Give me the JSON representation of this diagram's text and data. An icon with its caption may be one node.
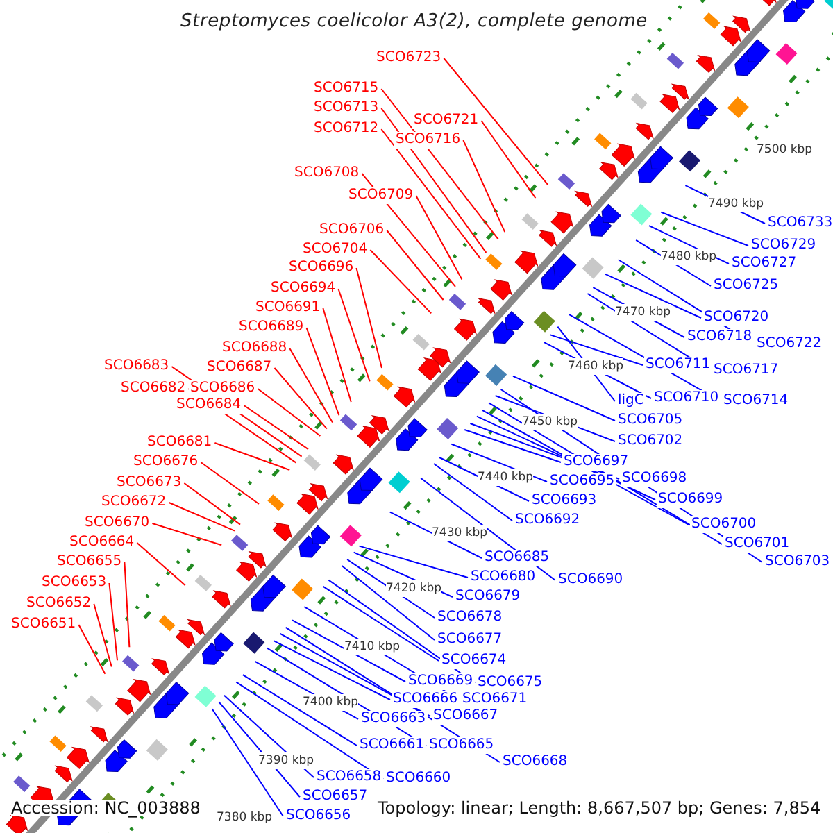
{
  "diagram": {
    "title": "Streptomyces coelicolor A3(2), complete genome",
    "nodes": [
      {
        "text": [
          "SCO6723"
        ]
      },
      {
        "text": [
          "SCO6715"
        ]
      },
      {
        "text": [
          "SCO6721"
        ]
      },
      {
        "text": [
          "SCO6713"
        ]
      },
      {
        "text": [
          "SCO6716"
        ]
      },
      {
        "text": [
          "SCO6712"
        ]
      },
      {
        "text": [
          "SCO6708"
        ]
      },
      {
        "text": [
          "SCO6709"
        ]
      },
      {
        "text": [
          "SCO6706"
        ]
      },
      {
        "text": [
          "SCO6704"
        ]
      },
      {
        "text": [
          "SCO6696"
        ]
      },
      {
        "text": [
          "SCO6694"
        ]
      },
      {
        "text": [
          "SCO6691"
        ]
      },
      {
        "text": [
          "SCO6689"
        ]
      },
      {
        "text": [
          "SCO6688"
        ]
      },
      {
        "text": [
          "SCO6683"
        ]
      },
      {
        "text": [
          "SCO6687"
        ]
      },
      {
        "text": [
          "SCO6682"
        ]
      },
      {
        "text": [
          "SCO6686"
        ]
      },
      {
        "text": [
          "SCO6684"
        ]
      },
      {
        "text": [
          "SCO6681"
        ]
      },
      {
        "text": [
          "SCO6676"
        ]
      },
      {
        "text": [
          "SCO6673"
        ]
      },
      {
        "text": [
          "SCO6672"
        ]
      },
      {
        "text": [
          "SCO6670"
        ]
      },
      {
        "text": [
          "SCO6664"
        ]
      },
      {
        "text": [
          "SCO6655"
        ]
      },
      {
        "text": [
          "SCO6653"
        ]
      },
      {
        "text": [
          "SCO6652"
        ]
      },
      {
        "text": [
          "SCO6651"
        ]
      },
      {
        "text": [
          "SCO6733"
        ]
      },
      {
        "text": [
          "SCO6729"
        ]
      },
      {
        "text": [
          "SCO6727"
        ]
      },
      {
        "text": [
          "SCO6725"
        ]
      },
      {
        "text": [
          "SCO6720"
        ]
      },
      {
        "text": [
          "SCO6718"
        ]
      },
      {
        "text": [
          "SCO6722"
        ]
      },
      {
        "text": [
          "SCO6711"
        ]
      },
      {
        "text": [
          "SCO6717"
        ]
      },
      {
        "text": [
          "ligC"
        ]
      },
      {
        "text": [
          "SCO6710"
        ]
      },
      {
        "text": [
          "SCO6714"
        ]
      },
      {
        "text": [
          "SCO6705"
        ]
      },
      {
        "text": [
          "SCO6702"
        ]
      },
      {
        "text": [
          "SCO6697"
        ]
      },
      {
        "text": [
          "SCO6698"
        ]
      },
      {
        "text": [
          "SCO6695"
        ]
      },
      {
        "text": [
          "SCO6699"
        ]
      },
      {
        "text": [
          "SCO6693"
        ]
      },
      {
        "text": [
          "SCO6692"
        ]
      },
      {
        "text": [
          "SCO6700"
        ]
      },
      {
        "text": [
          "SCO6701"
        ]
      },
      {
        "text": [
          "SCO6703"
        ]
      },
      {
        "text": [
          "SCO6685"
        ]
      },
      {
        "text": [
          "SCO6690"
        ]
      },
      {
        "text": [
          "SCO6680"
        ]
      },
      {
        "text": [
          "SCO6679"
        ]
      },
      {
        "text": [
          "SCO6678"
        ]
      },
      {
        "text": [
          "SCO6677"
        ]
      },
      {
        "text": [
          "SCO6674"
        ]
      },
      {
        "text": [
          "SCO6669"
        ]
      },
      {
        "text": [
          "SCO6675"
        ]
      },
      {
        "text": [
          "SCO6666"
        ]
      },
      {
        "text": [
          "SCO6671"
        ]
      },
      {
        "text": [
          "SCO6667"
        ]
      },
      {
        "text": [
          "SCO6663"
        ]
      },
      {
        "text": [
          "SCO6661"
        ]
      },
      {
        "text": [
          "SCO6665"
        ]
      },
      {
        "text": [
          "SCO6668"
        ]
      },
      {
        "text": [
          "SCO6658"
        ]
      },
      {
        "text": [
          "SCO6660"
        ]
      },
      {
        "text": [
          "SCO6657"
        ]
      },
      {
        "text": [
          "SCO6656"
        ]
      }
    ],
    "edges": [
      {
        "from": 0,
        "to": null,
        "arrow": "none",
        "color": "#ff0000"
      },
      {
        "from": 1,
        "to": null,
        "arrow": "none",
        "color": "#ff0000"
      },
      {
        "from": 2,
        "to": null,
        "arrow": "none",
        "color": "#ff0000"
      },
      {
        "from": 3,
        "to": null,
        "arrow": "none",
        "color": "#ff0000"
      },
      {
        "from": 4,
        "to": null,
        "arrow": "none",
        "color": "#ff0000"
      },
      {
        "from": 5,
        "to": null,
        "arrow": "none",
        "color": "#ff0000"
      },
      {
        "from": 6,
        "to": null,
        "arrow": "none",
        "color": "#ff0000"
      },
      {
        "from": 7,
        "to": null,
        "arrow": "none",
        "color": "#ff0000"
      },
      {
        "from": 8,
        "to": null,
        "arrow": "none",
        "color": "#ff0000"
      },
      {
        "from": 9,
        "to": null,
        "arrow": "none",
        "color": "#ff0000"
      },
      {
        "from": 10,
        "to": null,
        "arrow": "none",
        "color": "#ff0000"
      },
      {
        "from": 11,
        "to": null,
        "arrow": "none",
        "color": "#ff0000"
      },
      {
        "from": 12,
        "to": null,
        "arrow": "none",
        "color": "#ff0000"
      },
      {
        "from": 13,
        "to": null,
        "arrow": "none",
        "color": "#ff0000"
      },
      {
        "from": 14,
        "to": null,
        "arrow": "none",
        "color": "#ff0000"
      },
      {
        "from": 15,
        "to": null,
        "arrow": "none",
        "color": "#ff0000"
      },
      {
        "from": 16,
        "to": null,
        "arrow": "none",
        "color": "#ff0000"
      },
      {
        "from": 17,
        "to": null,
        "arrow": "none",
        "color": "#ff0000"
      },
      {
        "from": 18,
        "to": null,
        "arrow": "none",
        "color": "#ff0000"
      },
      {
        "from": 19,
        "to": null,
        "arrow": "none",
        "color": "#ff0000"
      },
      {
        "from": 20,
        "to": null,
        "arrow": "none",
        "color": "#ff0000"
      },
      {
        "from": 21,
        "to": null,
        "arrow": "none",
        "color": "#ff0000"
      },
      {
        "from": 22,
        "to": null,
        "arrow": "none",
        "color": "#ff0000"
      },
      {
        "from": 23,
        "to": null,
        "arrow": "none",
        "color": "#ff0000"
      },
      {
        "from": 24,
        "to": null,
        "arrow": "none",
        "color": "#ff0000"
      },
      {
        "from": 25,
        "to": null,
        "arrow": "none",
        "color": "#ff0000"
      },
      {
        "from": 26,
        "to": null,
        "arrow": "none",
        "color": "#ff0000"
      },
      {
        "from": 27,
        "to": null,
        "arrow": "none",
        "color": "#ff0000"
      },
      {
        "from": 28,
        "to": null,
        "arrow": "none",
        "color": "#ff0000"
      },
      {
        "from": 29,
        "to": null,
        "arrow": "none",
        "color": "#ff0000"
      },
      {
        "from": 30,
        "to": null,
        "arrow": "none"
      },
      {
        "from": 31,
        "to": null,
        "arrow": "none"
      },
      {
        "from": 32,
        "to": null,
        "arrow": "none"
      },
      {
        "from": 33,
        "to": null,
        "arrow": "none"
      },
      {
        "from": 34,
        "to": null,
        "arrow": "none"
      },
      {
        "from": 35,
        "to": null,
        "arrow": "none"
      },
      {
        "from": 36,
        "to": null,
        "arrow": "none"
      },
      {
        "from": 37,
        "to": null,
        "arrow": "none"
      },
      {
        "from": 38,
        "to": null,
        "arrow": "none"
      },
      {
        "from": 39,
        "to": null,
        "arrow": "none"
      },
      {
        "from": 40,
        "to": null,
        "arrow": "none"
      },
      {
        "from": 41,
        "to": null,
        "arrow": "none"
      },
      {
        "from": 42,
        "to": null,
        "arrow": "none"
      },
      {
        "from": 43,
        "to": null,
        "arrow": "none"
      },
      {
        "from": 44,
        "to": null,
        "arrow": "none"
      },
      {
        "from": 45,
        "to": null,
        "arrow": "none"
      },
      {
        "from": 46,
        "to": null,
        "arrow": "none"
      },
      {
        "from": 47,
        "to": null,
        "arrow": "none"
      },
      {
        "from": 48,
        "to": null,
        "arrow": "none"
      },
      {
        "from": 49,
        "to": null,
        "arrow": "none"
      },
      {
        "from": 50,
        "to": null,
        "arrow": "none"
      },
      {
        "from": 51,
        "to": null,
        "arrow": "none"
      },
      {
        "from": 52,
        "to": null,
        "arrow": "none"
      },
      {
        "from": 53,
        "to": null,
        "arrow": "none"
      },
      {
        "from": 54,
        "to": null,
        "arrow": "none"
      },
      {
        "from": 55,
        "to": null,
        "arrow": "none"
      },
      {
        "from": 56,
        "to": null,
        "arrow": "none"
      },
      {
        "from": 57,
        "to": null,
        "arrow": "none"
      },
      {
        "from": 58,
        "to": null,
        "arrow": "none"
      },
      {
        "from": 59,
        "to": null,
        "arrow": "none"
      },
      {
        "from": 60,
        "to": null,
        "arrow": "none"
      },
      {
        "from": 61,
        "to": null,
        "arrow": "none"
      },
      {
        "from": 62,
        "to": null,
        "arrow": "none"
      },
      {
        "from": 63,
        "to": null,
        "arrow": "none"
      },
      {
        "from": 64,
        "to": null,
        "arrow": "none"
      },
      {
        "from": 65,
        "to": null,
        "arrow": "none"
      },
      {
        "from": 66,
        "to": null,
        "arrow": "none"
      },
      {
        "from": 67,
        "to": null,
        "arrow": "none"
      },
      {
        "from": 68,
        "to": null,
        "arrow": "none"
      },
      {
        "from": 69,
        "to": null,
        "arrow": "none"
      },
      {
        "from": 70,
        "to": null,
        "arrow": "none"
      },
      {
        "from": 71,
        "to": null,
        "arrow": "none"
      },
      {
        "from": 72,
        "to": null,
        "arrow": "none"
      }
    ],
    "labels": [
      "7500 kbp",
      "7490 kbp",
      "7480 kbp",
      "7470 kbp",
      "7460 kbp",
      "7450 kbp",
      "7440 kbp",
      "7430 kbp",
      "7420 kbp",
      "7410 kbp",
      "7400 kbp",
      "7390 kbp",
      "7380 kbp",
      "Accession: NC_003888",
      "Topology: linear; Length: 8,667,507 bp; Genes: 7,854"
    ]
  }
}
